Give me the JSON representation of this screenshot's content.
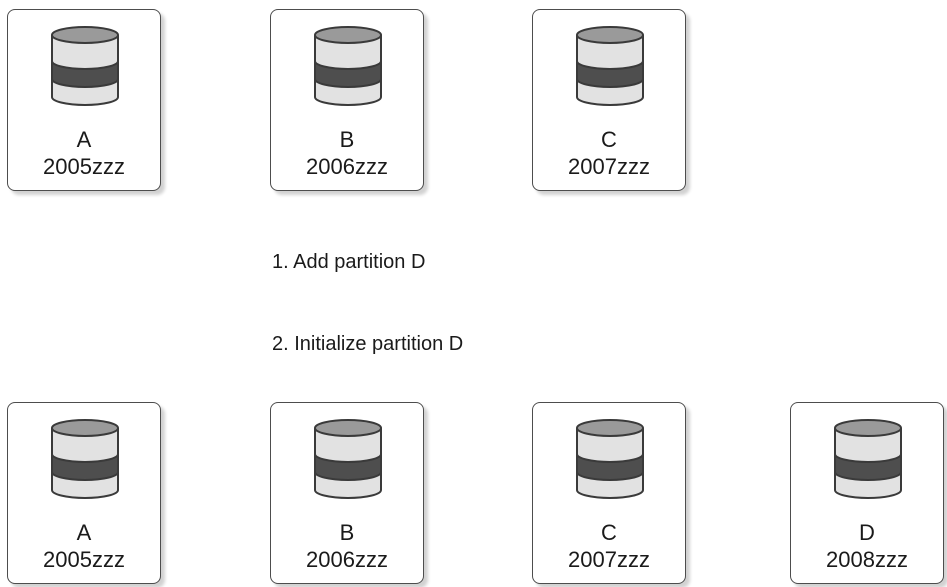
{
  "before_row": {
    "partitions": [
      {
        "name": "A",
        "label": "2005zzz"
      },
      {
        "name": "B",
        "label": "2006zzz"
      },
      {
        "name": "C",
        "label": "2007zzz"
      }
    ]
  },
  "steps": [
    {
      "text": "1. Add partition D"
    },
    {
      "text": "2. Initialize partition D"
    }
  ],
  "after_row": {
    "partitions": [
      {
        "name": "A",
        "label": "2005zzz"
      },
      {
        "name": "B",
        "label": "2006zzz"
      },
      {
        "name": "C",
        "label": "2007zzz"
      },
      {
        "name": "D",
        "label": "2008zzz"
      }
    ]
  },
  "colors": {
    "cylinder_top": "#9a9a9a",
    "cylinder_light": "#e2e2e2",
    "cylinder_dark": "#4e4e4e",
    "outline": "#3a3a3a"
  },
  "icon": "database-cylinder-icon"
}
